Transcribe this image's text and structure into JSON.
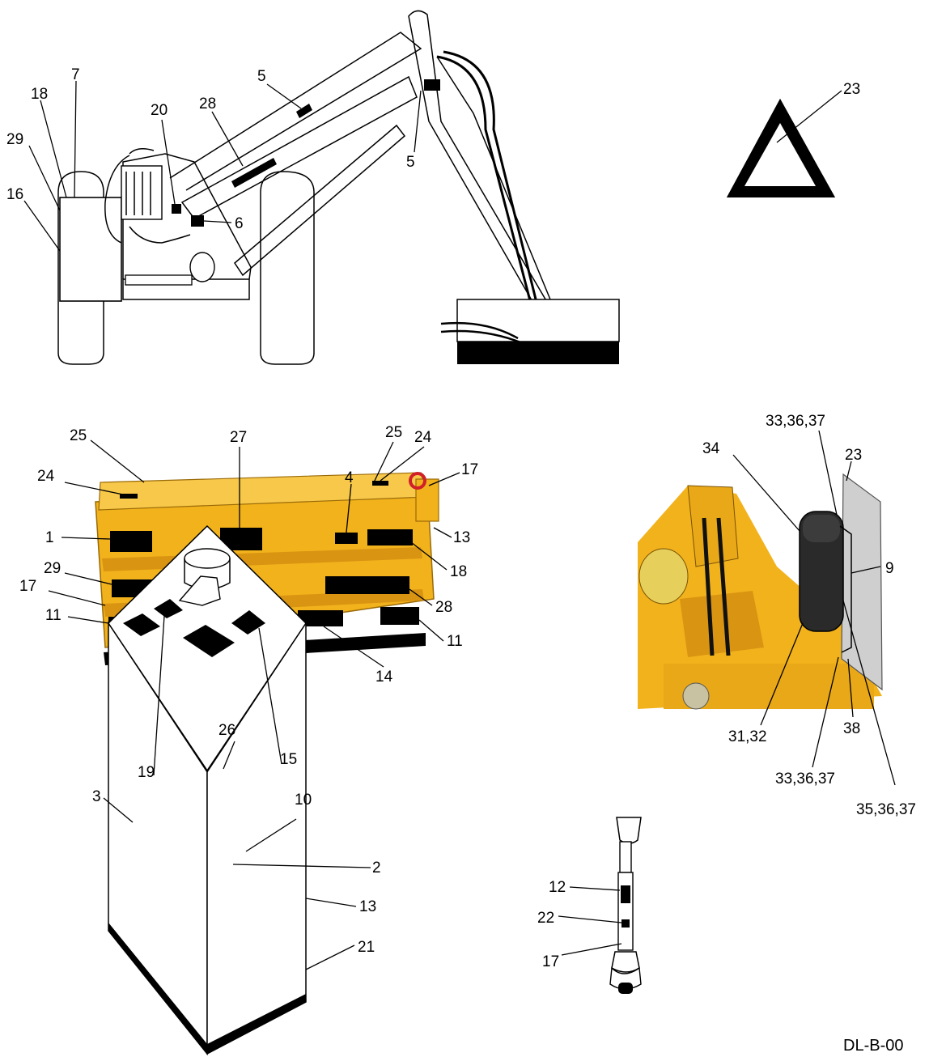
{
  "drawing_code": "DL-B-00",
  "colors": {
    "mower_body": "#f2b21c",
    "mower_shade": "#d99412",
    "line": "#000000",
    "decal": "#000000"
  },
  "views": {
    "tractor": {
      "callouts": [
        "7",
        "18",
        "29",
        "16",
        "20",
        "28",
        "5",
        "5",
        "6"
      ]
    },
    "smv_sign": {
      "callouts": [
        "23"
      ]
    },
    "mower_head": {
      "callouts": [
        "25",
        "27",
        "25",
        "24",
        "24",
        "17",
        "1",
        "4",
        "13",
        "18",
        "29",
        "17",
        "28",
        "11",
        "11",
        "14"
      ]
    },
    "tank_canister": {
      "callouts": [
        "34",
        "33,36,37",
        "23",
        "9",
        "31,32",
        "38",
        "33,36,37",
        "35,36,37"
      ]
    },
    "box": {
      "callouts": [
        "26",
        "19",
        "15",
        "3",
        "10",
        "2",
        "13",
        "21"
      ]
    },
    "pto_shaft": {
      "callouts": [
        "12",
        "22",
        "17"
      ]
    }
  }
}
